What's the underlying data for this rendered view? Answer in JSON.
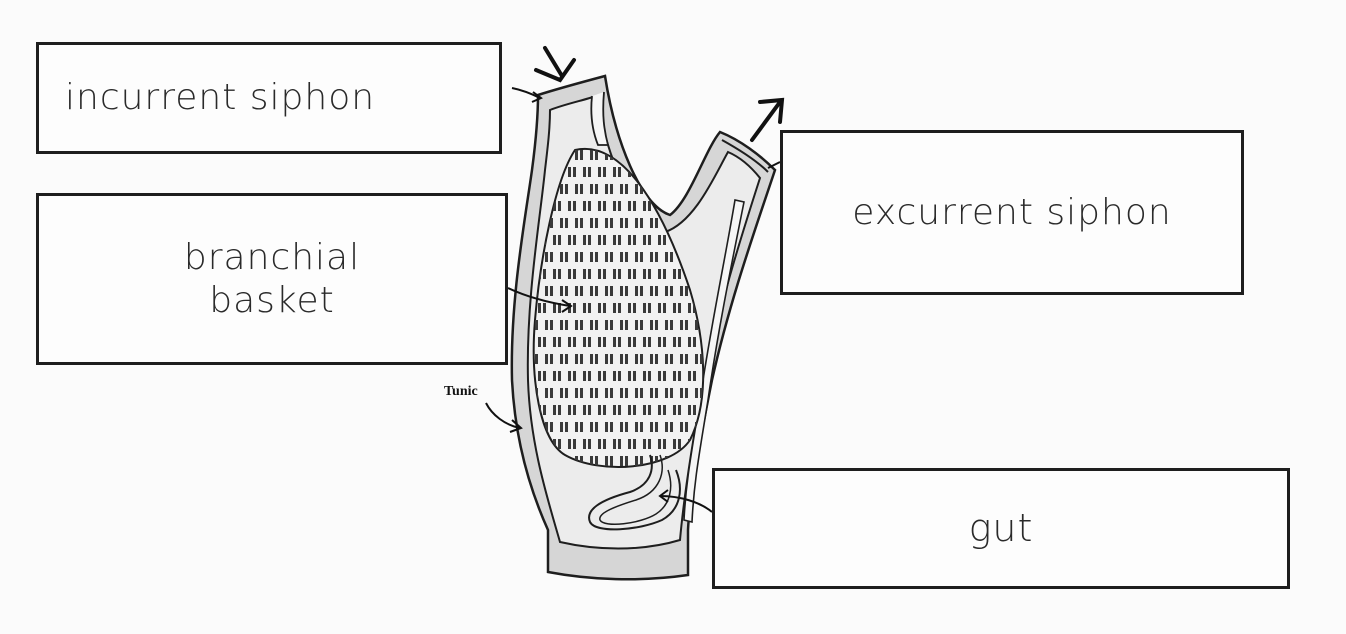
{
  "labels": {
    "incurrent": "incurrent siphon",
    "branchial": "branchial\nbasket",
    "excurrent": "excurrent siphon",
    "gut": "gut",
    "tunic": "Tunic"
  },
  "colors": {
    "ink": "#1e1e1e",
    "body_fill": "#d9d9d9",
    "inner_fill": "#ececec",
    "background": "#fbfbfb"
  }
}
